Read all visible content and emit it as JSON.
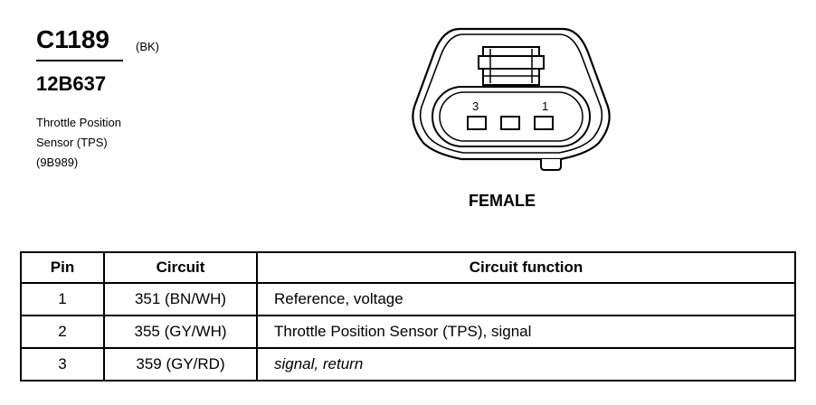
{
  "connector": {
    "id": "C1189",
    "color": "(BK)",
    "part_number": "12B637",
    "description": [
      "Throttle Position",
      "Sensor (TPS)",
      "(9B989)"
    ],
    "gender": "FEMALE",
    "pin_labels": {
      "left": "3",
      "right": "1"
    }
  },
  "table": {
    "headers": {
      "pin": "Pin",
      "circuit": "Circuit",
      "function": "Circuit function"
    },
    "rows": [
      {
        "pin": "1",
        "circuit": "351 (BN/WH)",
        "function": "Reference, voltage"
      },
      {
        "pin": "2",
        "circuit": "355 (GY/WH)",
        "function": "Throttle Position Sensor (TPS), signal"
      },
      {
        "pin": "3",
        "circuit": "359 (GY/RD)",
        "function": "signal, return"
      }
    ]
  }
}
